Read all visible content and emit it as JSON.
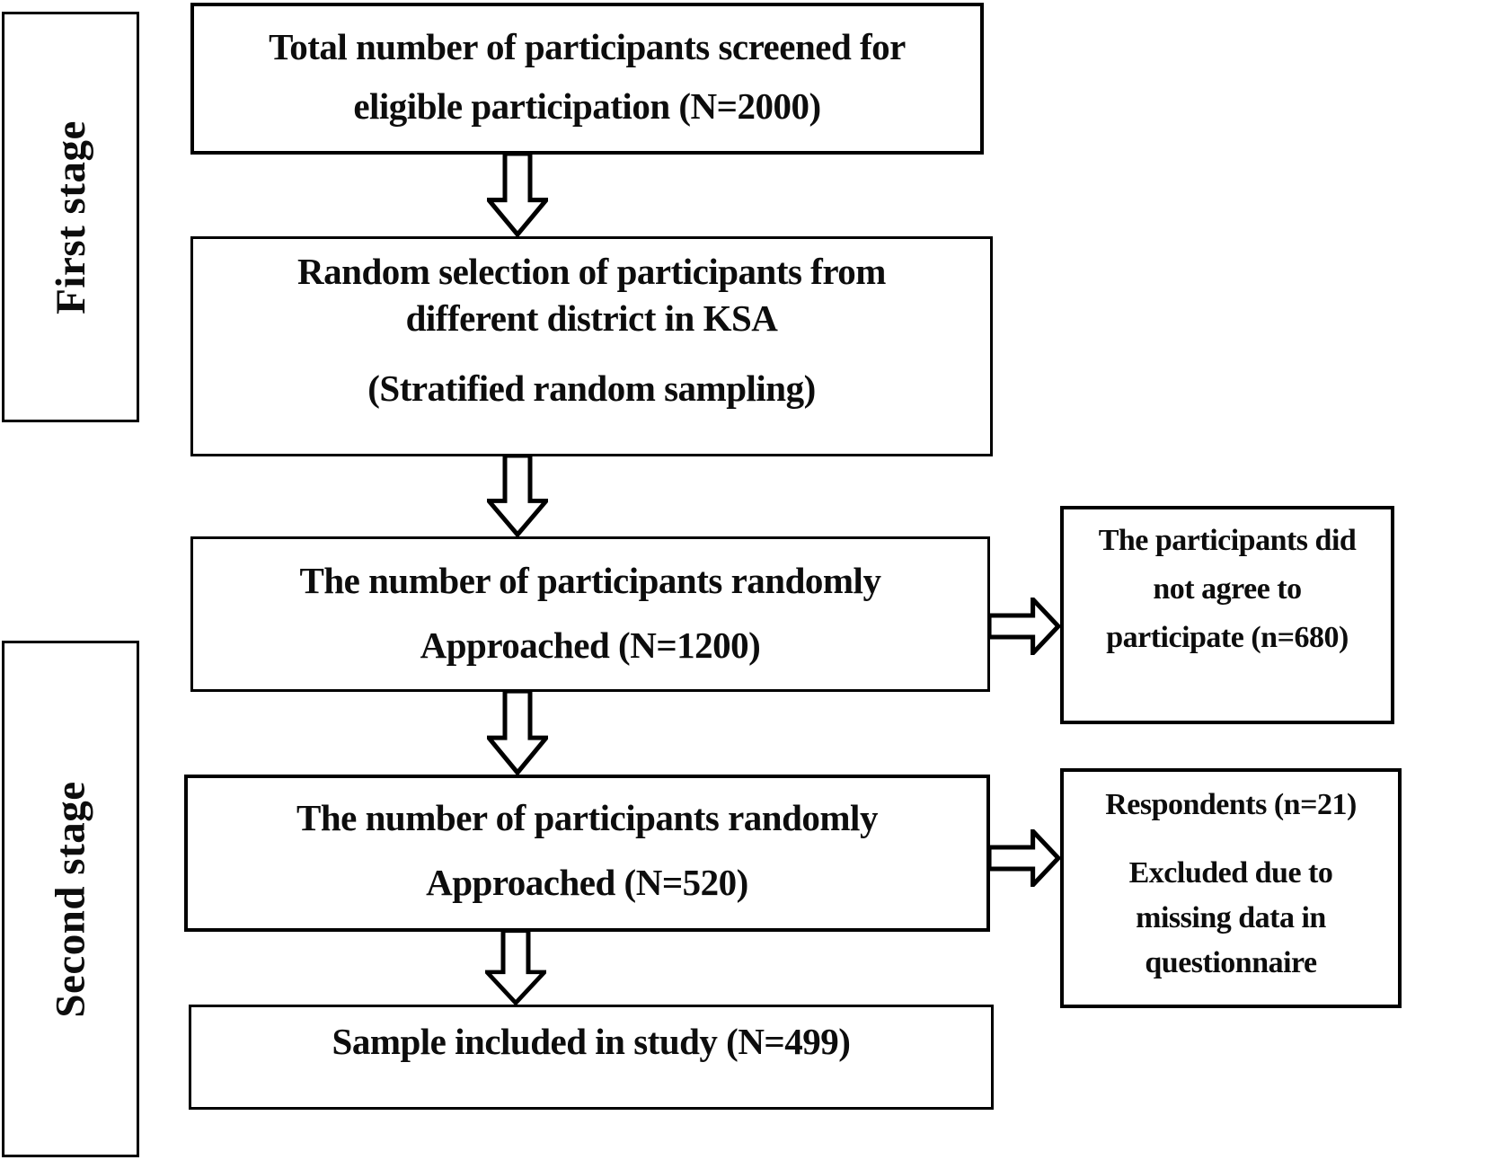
{
  "stages": {
    "first": "First stage",
    "second": "Second stage"
  },
  "flow": {
    "screened": {
      "lines": [
        "Total number of participants screened for",
        "eligible participation (N=2000)"
      ]
    },
    "random_selection": {
      "lines": [
        "Random selection of participants from",
        "different district in KSA",
        "(Stratified random sampling)"
      ]
    },
    "approached_1200": {
      "lines": [
        "The number of participants randomly",
        "Approached (N=1200)"
      ]
    },
    "approached_520": {
      "lines": [
        "The number of participants randomly",
        "Approached (N=520)"
      ]
    },
    "included": {
      "lines": [
        "Sample included in study (N=499)"
      ]
    }
  },
  "exclusions": {
    "not_agree": {
      "lines": [
        "The participants did",
        "not agree to",
        "participate (n=680)"
      ]
    },
    "missing_data": {
      "lines": [
        "Respondents (n=21)",
        "Excluded due to",
        "missing data in",
        "questionnaire"
      ]
    }
  },
  "colors": {
    "line": "#000000",
    "text": "#0d0d0d",
    "background": "#ffffff"
  }
}
